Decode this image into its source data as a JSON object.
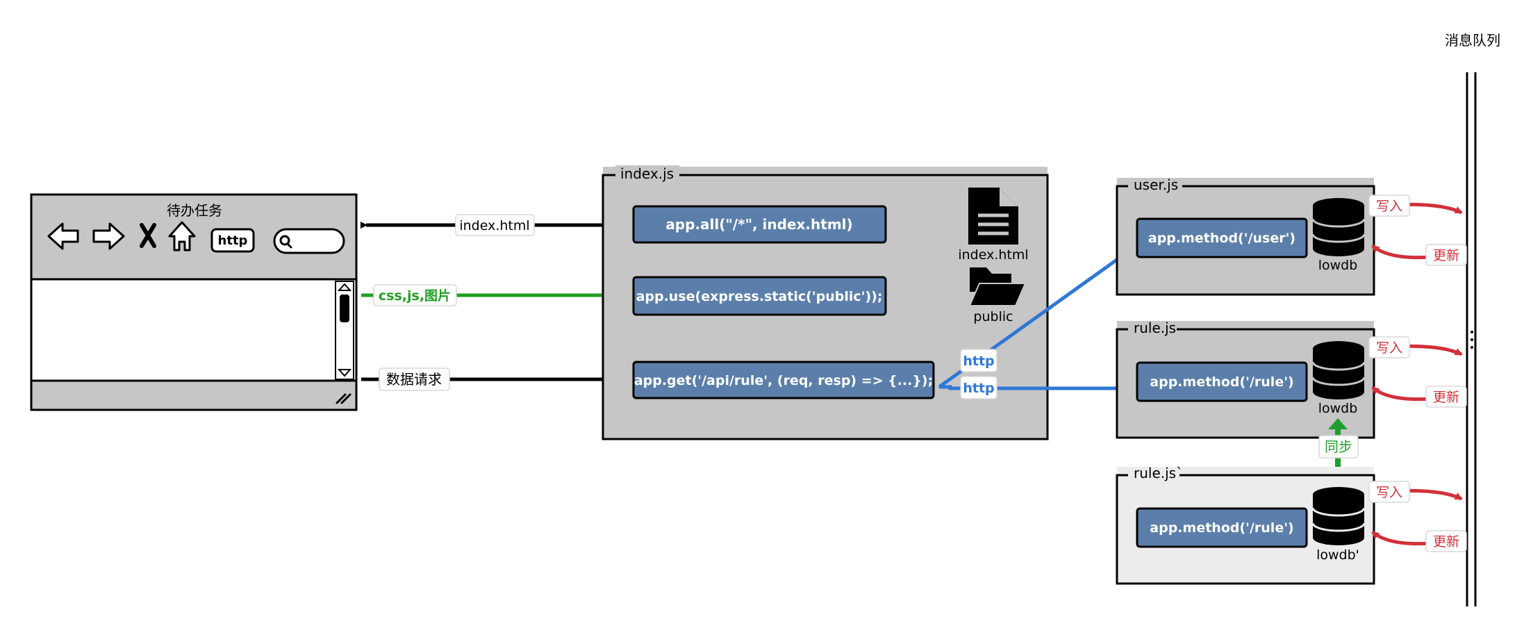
{
  "browser": {
    "title": "待办任务",
    "http_label": "http"
  },
  "links": {
    "index_html": "index.html",
    "static_assets": "css,js,图片",
    "data_request": "数据请求",
    "http_user": "http",
    "http_rule": "http"
  },
  "index_js": {
    "title": "index.js",
    "route_all": "app.all(\"/*\", index.html)",
    "route_static": "app.use(express.static('public'));",
    "route_api": "app.get('/api/rule', (req, resp) => {...});",
    "file_label": "index.html",
    "folder_label": "public"
  },
  "user_js": {
    "title": "user.js",
    "route": "app.method('/user')",
    "db_label": "lowdb",
    "write_label": "写入",
    "update_label": "更新"
  },
  "rule_js": {
    "title": "rule.js",
    "route": "app.method('/rule')",
    "db_label": "lowdb",
    "write_label": "写入",
    "update_label": "更新"
  },
  "sync_label": "同步",
  "rule_js_copy": {
    "title": "rule.js`",
    "route": "app.method('/rule')",
    "db_label": "lowdb'",
    "write_label": "写入",
    "update_label": "更新"
  },
  "queue": {
    "title": "消息队列"
  },
  "colors": {
    "route_box": "#5b7faa",
    "container_dark": "#c6c6c6",
    "container_light": "#ececec",
    "http_blue": "#2f78d6",
    "static_green": "#21a021",
    "queue_red": "#d2303a",
    "sync_green": "#1e9e2e"
  }
}
